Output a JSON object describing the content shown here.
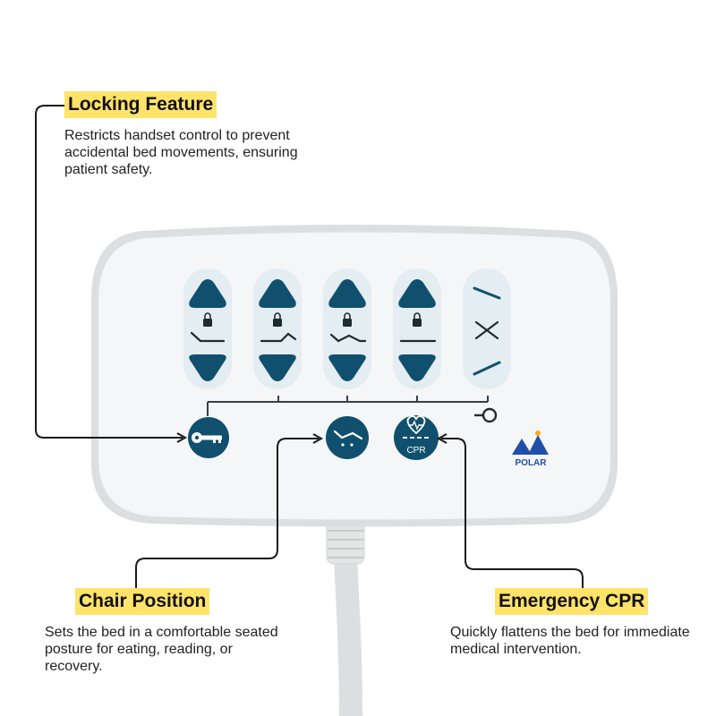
{
  "callouts": {
    "locking": {
      "title": "Locking Feature",
      "description": "Restricts handset control to prevent accidental bed movements, ensuring patient safety."
    },
    "chair": {
      "title": "Chair Position",
      "description": "Sets the bed in a comfortable seated posture for eating, reading, or recovery."
    },
    "cpr": {
      "title": "Emergency CPR",
      "description": "Quickly flattens the bed for immediate medical intervention."
    }
  },
  "handset": {
    "cpr_label": "CPR",
    "brand": "POLAR",
    "colors": {
      "button": "#10506e",
      "body": "#f4f5f6",
      "rim": "#dcdedf",
      "pad": "#e6eef3",
      "cable": "#e2e3e3"
    }
  }
}
